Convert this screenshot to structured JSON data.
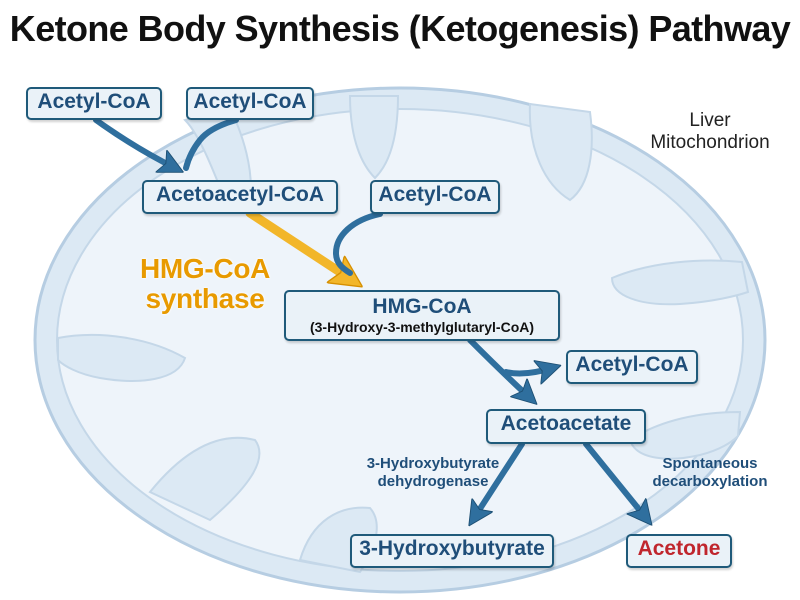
{
  "title": "Ketone Body Synthesis (Ketogenesis) Pathway",
  "organelle": {
    "line1": "Liver",
    "line2": "Mitochondrion"
  },
  "nodes": {
    "acetyl_coa_1": "Acetyl-CoA",
    "acetyl_coa_2": "Acetyl-CoA",
    "acetoacetyl_coa": "Acetoacetyl-CoA",
    "acetyl_coa_3": "Acetyl-CoA",
    "hmg_coa": "HMG-CoA",
    "hmg_coa_full": "(3-Hydroxy-3-methylglutaryl-CoA)",
    "acetyl_coa_4": "Acetyl-CoA",
    "acetoacetate": "Acetoacetate",
    "hydroxybutyrate": "3-Hydroxybutyrate",
    "acetone": "Acetone"
  },
  "enzymes": {
    "hmg_synthase_line1": "HMG-CoA",
    "hmg_synthase_line2": "synthase",
    "dehydrogenase_line1": "3-Hydroxybutyrate",
    "dehydrogenase_line2": "dehydrogenase",
    "decarb_line1": "Spontaneous",
    "decarb_line2": "decarboxylation"
  },
  "colors": {
    "arrow_blue": "#2f6f9e",
    "arrow_yellow": "#f2b62a",
    "node_border": "#1f5a7a",
    "node_text": "#1f4e79",
    "acetone_text": "#c0262d",
    "enzyme_orange": "#e89a00"
  }
}
